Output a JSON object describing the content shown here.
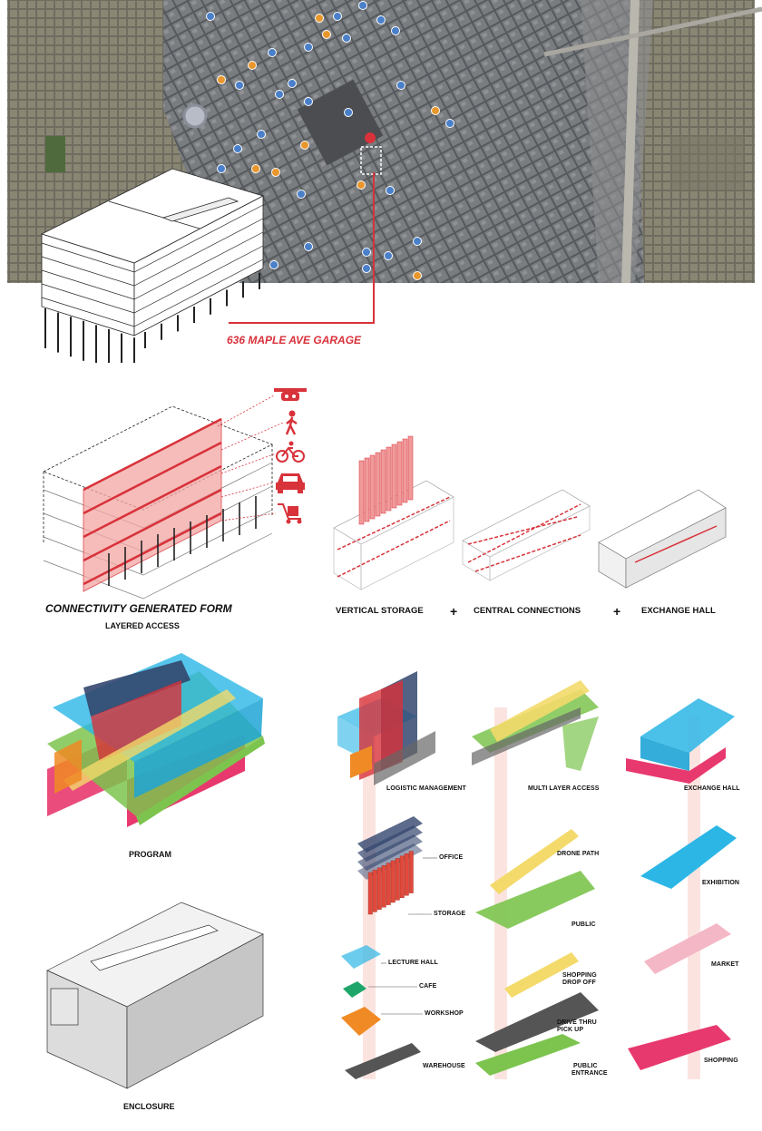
{
  "colors": {
    "accent_red": "#d8323a",
    "map_dark": "#3d4045",
    "blue_pin": "#4a7fc9",
    "orange_pin": "#e8972d",
    "cyan": "#2cb6e6",
    "yellow": "#f3da6a",
    "green": "#7cc44e",
    "pink": "#e8396e",
    "orange": "#f08a24",
    "navy": "#33466e"
  },
  "map": {
    "site_label": "636 MAPLE AVE GARAGE"
  },
  "connectivity": {
    "title": "CONNECTIVITY GENERATED FORM",
    "subtitle": "LAYERED ACCESS",
    "icons": [
      "drone-icon",
      "pedestrian-icon",
      "cyclist-icon",
      "car-icon",
      "delivery-cart-icon"
    ]
  },
  "strategy": {
    "steps": [
      {
        "label": "VERTICAL STORAGE"
      },
      {
        "label": "CENTRAL CONNECTIONS"
      },
      {
        "label": "EXCHANGE HALL"
      }
    ],
    "plus": "+"
  },
  "program": {
    "title": "PROGRAM",
    "col1_head": "LOGISTIC MANAGEMENT",
    "col2_head": "MULTI LAYER ACCESS",
    "col3_head": "EXCHANGE HALL",
    "col1": [
      "OFFICE",
      "STORAGE",
      "LECTURE HALL",
      "CAFE",
      "WORKSHOP",
      "WAREHOUSE"
    ],
    "col2": [
      "DRONE PATH",
      "PUBLIC",
      "SHOPPING",
      "DROP OFF",
      "DRIVE THRU",
      "PICK UP",
      "PUBLIC",
      "ENTRANCE"
    ],
    "col3": [
      "EXHIBITION",
      "MARKET",
      "SHOPPING"
    ]
  },
  "enclosure": {
    "title": "ENCLOSURE"
  }
}
